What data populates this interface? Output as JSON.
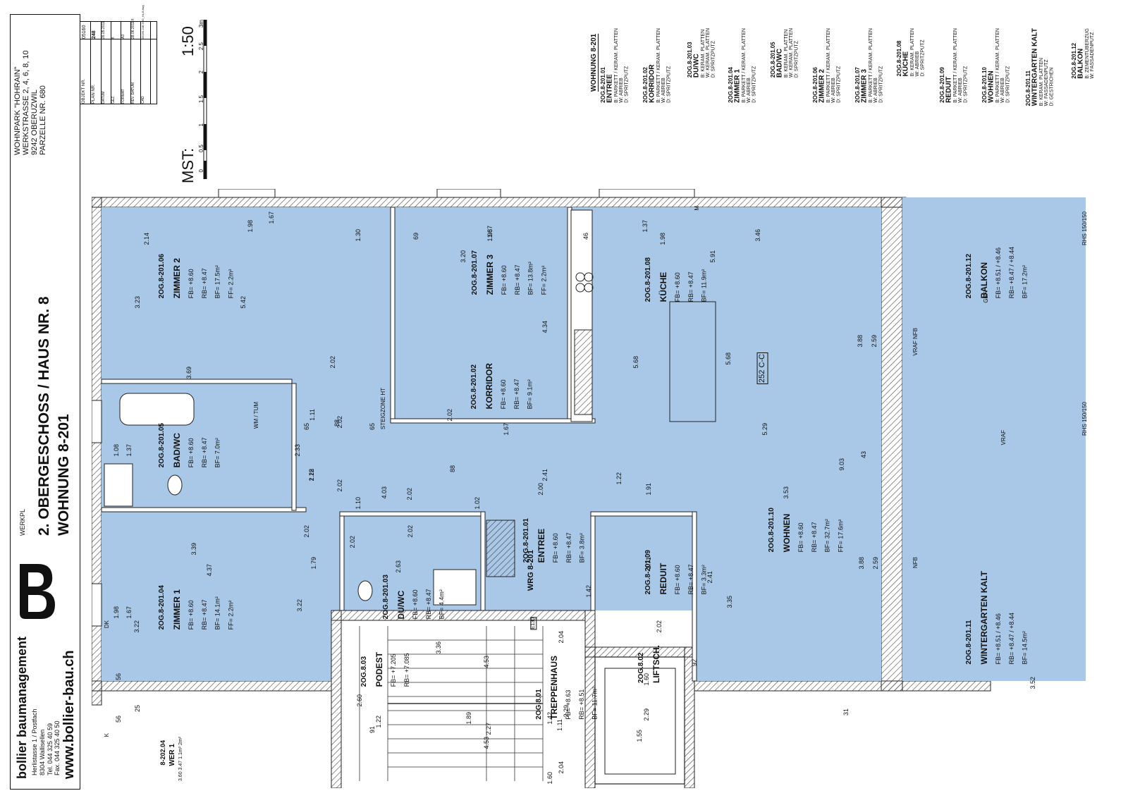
{
  "company": {
    "name": "bollier baumanagement",
    "address_line1": "Herlistasse 1 / Postfach",
    "address_line2": "8304 Wallisellen",
    "phone": "Tel.  044 325 40 59",
    "fax": "Fax.  044 325 40 50",
    "website": "www.bollier-bau.ch"
  },
  "drawing": {
    "werkplan_label": "WERKPL",
    "floor_title": "2. OBERGESCHOSS / HAUS NR. 8",
    "unit_title": "WOHNUNG 8-201"
  },
  "project": {
    "name": "WOHNPARK \"HOHRAIN\"",
    "street": "WERKSTRASSE 2, 4, 6, 8, 10",
    "city": "9242 OBERUZWIL",
    "parcel": "PARZELLE NR. 680"
  },
  "info_table": {
    "rows": [
      {
        "label": "OBJEKT NR.",
        "value": "05160"
      },
      {
        "label": "PLAN NR.",
        "value": "248"
      },
      {
        "label": "DATUM",
        "value": "26.05.2011"
      },
      {
        "label": "GEZ.",
        "value": "fl"
      },
      {
        "label": "FORMAT",
        "value": "A3"
      },
      {
        "label": "REV. DATUM",
        "value": "28.06.2011 fl"
      },
      {
        "label": "CAD",
        "value": "05160-248 2OG_Hs.8.dwg"
      }
    ]
  },
  "scale": {
    "label": "MST:",
    "ratio": "1:50",
    "ticks": [
      "0",
      "0.5",
      "1",
      "1.5",
      "2",
      "2.5",
      "3m"
    ]
  },
  "legend": {
    "heading": "WOHNUNG 8-201",
    "rooms": [
      {
        "code": "2OG.8-201.01",
        "name": "ENTREE",
        "lines": [
          "B: PARKETT / KERAM. PLATTEN",
          "W: ABRIEB",
          "D: SPRITZPUTZ"
        ]
      },
      {
        "code": "2OG.8-201.02",
        "name": "KORRIDOR",
        "lines": [
          "B: PARKETT / KERAM. PLATTEN",
          "W: ABRIEB",
          "D: SPRITZPUTZ"
        ]
      },
      {
        "code": "2OG.8-201.03",
        "name": "DU/WC",
        "lines": [
          "B: KERAM. PLATTEN",
          "W: KERAM. PLATTEN",
          "D: SPRITZPUTZ"
        ]
      },
      {
        "code": "2OG.8-201.04",
        "name": "ZIMMER 1",
        "lines": [
          "B: PARKETT / KERAM. PLATTEN",
          "W: ABRIEB",
          "D: SPRITZPUTZ"
        ]
      },
      {
        "code": "2OG.8-201.05",
        "name": "BAD/WC",
        "lines": [
          "B: KERAM. PLATTEN",
          "W: KERAM. PLATTEN",
          "D: SPRITZPUTZ"
        ]
      },
      {
        "code": "2OG.8-201.06",
        "name": "ZIMMER 2",
        "lines": [
          "B: PARKETT / KERAM. PLATTEN",
          "W: ABRIEB",
          "D: SPRITZPUTZ"
        ]
      },
      {
        "code": "2OG.8-201.07",
        "name": "ZIMMER 3",
        "lines": [
          "B: PARKETT / KERAM. PLATTEN",
          "W: ABRIEB",
          "D: SPRITZPUTZ"
        ]
      },
      {
        "code": "2OG.8-201.08",
        "name": "KÜCHE",
        "lines": [
          "B: KERAM. PLATTEN",
          "W: ABRIEB",
          "D: SPRITZPUTZ"
        ]
      },
      {
        "code": "2OG.8-201.09",
        "name": "REDUIT",
        "lines": [
          "B: PARKETT / KERAM. PLATTEN",
          "W: ABRIEB",
          "D: SPRITZPUTZ"
        ]
      },
      {
        "code": "2OG.8-201.10",
        "name": "WOHNEN",
        "lines": [
          "B: PARKETT / KERAM. PLATTEN",
          "W: ABRIEB",
          "D: SPRITZPUTZ"
        ]
      },
      {
        "code": "2OG.8-201.11",
        "name": "WINTERGARTEN KALT",
        "lines": [
          "B: KERAM. PLATTEN",
          "W: FASSADENPUTZ",
          "D: GESTRICHEN"
        ]
      },
      {
        "code": "2OG.8-201.12",
        "name": "BALKON",
        "lines": [
          "B: ZEMENTÜBERZUG",
          "W: FASSADENPUTZ"
        ]
      }
    ]
  },
  "plan": {
    "colors": {
      "room_fill": "#a9c8e8",
      "wall": "#222222",
      "hatch": "#555555",
      "background": "#ffffff"
    },
    "rooms": [
      {
        "code": "2OG.8-201.06",
        "name": "ZIMMER 2",
        "fb": "FB= +8.60",
        "rb": "RB= +8.47",
        "bf": "BF= 17.5m²",
        "ff": "FF= 2.2m²"
      },
      {
        "code": "2OG.8-201.07",
        "name": "ZIMMER 3",
        "fb": "FB= +8.60",
        "rb": "RB= +8.47",
        "bf": "BF= 13.8m²",
        "ff": "FF= 2.2m²"
      },
      {
        "code": "2OG.8-201.08",
        "name": "KÜCHE",
        "fb": "FB= +8.60",
        "rb": "RB= +8.47",
        "bf": "BF= 11.9m²",
        "ff": ""
      },
      {
        "code": "2OG.8-201.12",
        "name": "BALKON",
        "fb": "FB= +8.51 / +8.46",
        "rb": "RB= +8.47 / +8.44",
        "bf": "BF= 17.2m²",
        "ff": ""
      },
      {
        "code": "2OG.8-201.05",
        "name": "BAD/WC",
        "fb": "FB= +8.60",
        "rb": "RB= +8.47",
        "bf": "BF= 7.0m²",
        "ff": ""
      },
      {
        "code": "2OG.8-201.02",
        "name": "KORRIDOR",
        "fb": "FB= +8.60",
        "rb": "RB= +8.47",
        "bf": "BF= 9.1m²",
        "ff": ""
      },
      {
        "code": "2OG.8-201.04",
        "name": "ZIMMER 1",
        "fb": "FB= +8.60",
        "rb": "RB= +8.47",
        "bf": "BF= 14.1m²",
        "ff": "FF= 2.2m²"
      },
      {
        "code": "2OG.8-201.03",
        "name": "DU/WC",
        "fb": "FB= +8.60",
        "rb": "RB= +8.47",
        "bf": "BF= 4.4m²",
        "ff": ""
      },
      {
        "code": "2OG.8-201.01",
        "name": "ENTREE",
        "fb": "FB= +8.60",
        "rb": "RB= +8.47",
        "bf": "BF= 3.8m²",
        "ff": ""
      },
      {
        "code": "2OG.8-201.09",
        "name": "REDUIT",
        "fb": "FB= +8.60",
        "rb": "RB= +8.47",
        "bf": "BF= 3.3m²",
        "ff": ""
      },
      {
        "code": "2OG.8-201.10",
        "name": "WOHNEN",
        "fb": "FB= +8.60",
        "rb": "RB= +8.47",
        "bf": "BF= 32.7m²",
        "ff": "FF= 17.6m²"
      },
      {
        "code": "2OG.8-201.11",
        "name": "WINTERGARTEN KALT",
        "fb": "FB= +8.51 / +8.46",
        "rb": "RB= +8.47 / +8.44",
        "bf": "BF= 14.5m²",
        "ff": ""
      },
      {
        "code": "2OG.8.01",
        "name": "TREPPENHAUS",
        "fb": "FB= +8.63",
        "rb": "RB= +8.51",
        "bf": "BF= 11.7m²",
        "ff": ""
      },
      {
        "code": "2OG.8.02",
        "name": "LIFTSCH.",
        "fb": "",
        "rb": "",
        "bf": "",
        "ff": ""
      },
      {
        "code": "2OG.8.03",
        "name": "PODEST",
        "fb": "FB= +7.205",
        "rb": "RB= +7.085",
        "bf": "",
        "ff": ""
      }
    ],
    "labels": {
      "wm_tum": "WM / TUM",
      "steigzone": "STEIGZONE HT",
      "section_mark": "252 C-C",
      "vraf_nfb": "VRAF NFB",
      "vraf": "VRAF",
      "nfb": "NFB",
      "rhs_top": "RHS 150/150",
      "rhs_mid": "RHS 150/150",
      "wrg": "WRG 8-201",
      "e130": "E130",
      "gef": "GEF.",
      "dk": "DK",
      "m": "M",
      "k": "K",
      "neighbour": "8-202.04",
      "neighbour_room": "WER 1",
      "neighbour_vals": "3.60  3.47  1.1m²  2m²"
    },
    "dimensions": [
      "1.67",
      "1.98",
      "5.42",
      "2.14",
      "3.23",
      "3.69",
      "1.30",
      "69",
      "1.67",
      "1.98",
      "3.20",
      "4.34",
      "46",
      "1.37",
      "1.98",
      "3.46",
      "5.91",
      "5.68",
      "5.68",
      "3.88",
      "2.59",
      "2.02",
      "2.02",
      "1.11",
      "2.02",
      "1.08",
      "1.37",
      "2.02",
      "2.33",
      "88",
      "65",
      "65",
      "1.67",
      "2.02",
      "88",
      "1.22",
      "2.18",
      "2.41",
      "2.00",
      "1.22",
      "1.91",
      "5.29",
      "9.03",
      "43",
      "3.53",
      "4.03",
      "2.02",
      "1.10",
      "1.02",
      "2.02",
      "2.02",
      "3.39",
      "4.37",
      "3.22",
      "1.79",
      "1.98",
      "1.67",
      "3.22",
      "2.63",
      "1.42",
      "2.02",
      "1.71",
      "2.41",
      "3.35",
      "3.88",
      "2.59",
      "3.36",
      "4.53",
      "4.53",
      "1.89",
      "2.27",
      "1.22",
      "1.42",
      "1.11",
      "2.04",
      "2.04",
      "1.60",
      "2.29",
      "1.60",
      "2.29",
      "1.55",
      "2.60",
      "3.52",
      "92",
      "56",
      "56",
      "25",
      "91",
      "31"
    ]
  }
}
